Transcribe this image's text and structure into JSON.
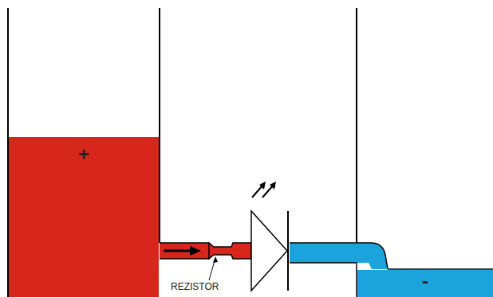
{
  "diagram": {
    "nodes": [
      {
        "text": [
          "+"
        ]
      },
      {
        "text": [
          "-"
        ]
      }
    ],
    "labels": [
      "REZISTOR"
    ]
  }
}
